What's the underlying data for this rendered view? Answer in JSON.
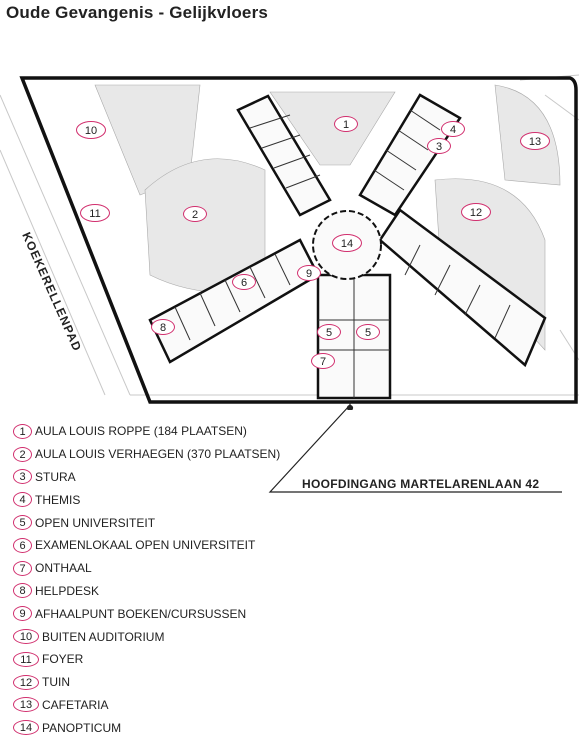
{
  "title": "Oude Gevangenis - Gelijkvloers",
  "street": "KOEKERELLENPAD",
  "entrance": "HOOFDINGANG MARTELARENLAAN 42",
  "colors": {
    "marker": "#d12f6e",
    "walls": "#111111",
    "grey": "#bdbdbd"
  },
  "legend": [
    {
      "num": "1",
      "label": "AULA LOUIS ROPPE (184 PLAATSEN)"
    },
    {
      "num": "2",
      "label": "AULA LOUIS VERHAEGEN (370 PLAATSEN)"
    },
    {
      "num": "3",
      "label": "STURA"
    },
    {
      "num": "4",
      "label": "THEMIS"
    },
    {
      "num": "5",
      "label": "OPEN UNIVERSITEIT"
    },
    {
      "num": "6",
      "label": "EXAMENLOKAAL OPEN UNIVERSITEIT"
    },
    {
      "num": "7",
      "label": "ONTHAAL"
    },
    {
      "num": "8",
      "label": "HELPDESK"
    },
    {
      "num": "9",
      "label": "AFHAALPUNT BOEKEN/CURSUSSEN"
    },
    {
      "num": "10",
      "label": "BUITEN AUDITORIUM"
    },
    {
      "num": "11",
      "label": "FOYER"
    },
    {
      "num": "12",
      "label": "TUIN"
    },
    {
      "num": "13",
      "label": "CAFETARIA"
    },
    {
      "num": "14",
      "label": "PANOPTICUM"
    }
  ],
  "map_markers": [
    "1",
    "2",
    "3",
    "4",
    "5",
    "5",
    "6",
    "7",
    "8",
    "9",
    "10",
    "11",
    "12",
    "13",
    "14"
  ]
}
